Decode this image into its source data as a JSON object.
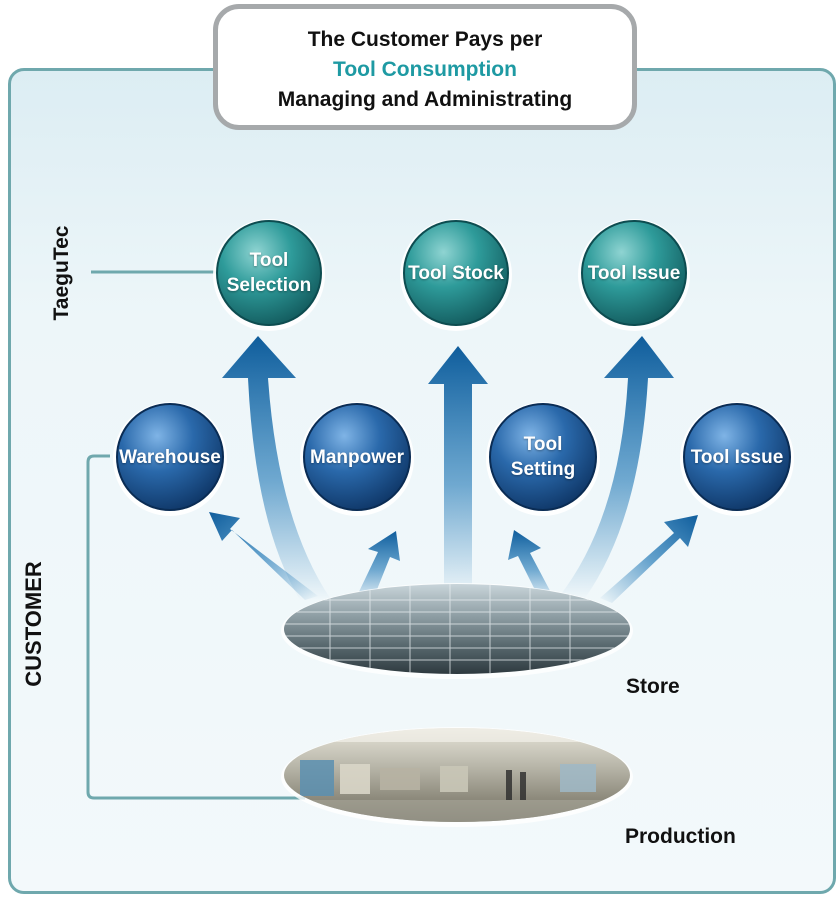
{
  "header": {
    "line1": "The Customer Pays per",
    "line2": "Tool Consumption",
    "line3": "Managing and Administrating"
  },
  "side_labels": {
    "taegutec": "TaeguTec",
    "customer": "CUSTOMER"
  },
  "taegutec_circles": [
    {
      "label": "Tool\nSelection"
    },
    {
      "label": "Tool Stock"
    },
    {
      "label": "Tool Issue"
    }
  ],
  "customer_circles": [
    {
      "label": "Warehouse"
    },
    {
      "label": "Manpower"
    },
    {
      "label": "Tool Setting"
    },
    {
      "label": "Tool Issue"
    }
  ],
  "captions": {
    "store": "Store",
    "production": "Production"
  },
  "colors": {
    "teal_circle": "#2a8f8f",
    "blue_circle": "#1f5e9c",
    "arrow": "#1a74b4",
    "accent_text": "#1e9aa3",
    "frame": "#6fa8ad"
  }
}
